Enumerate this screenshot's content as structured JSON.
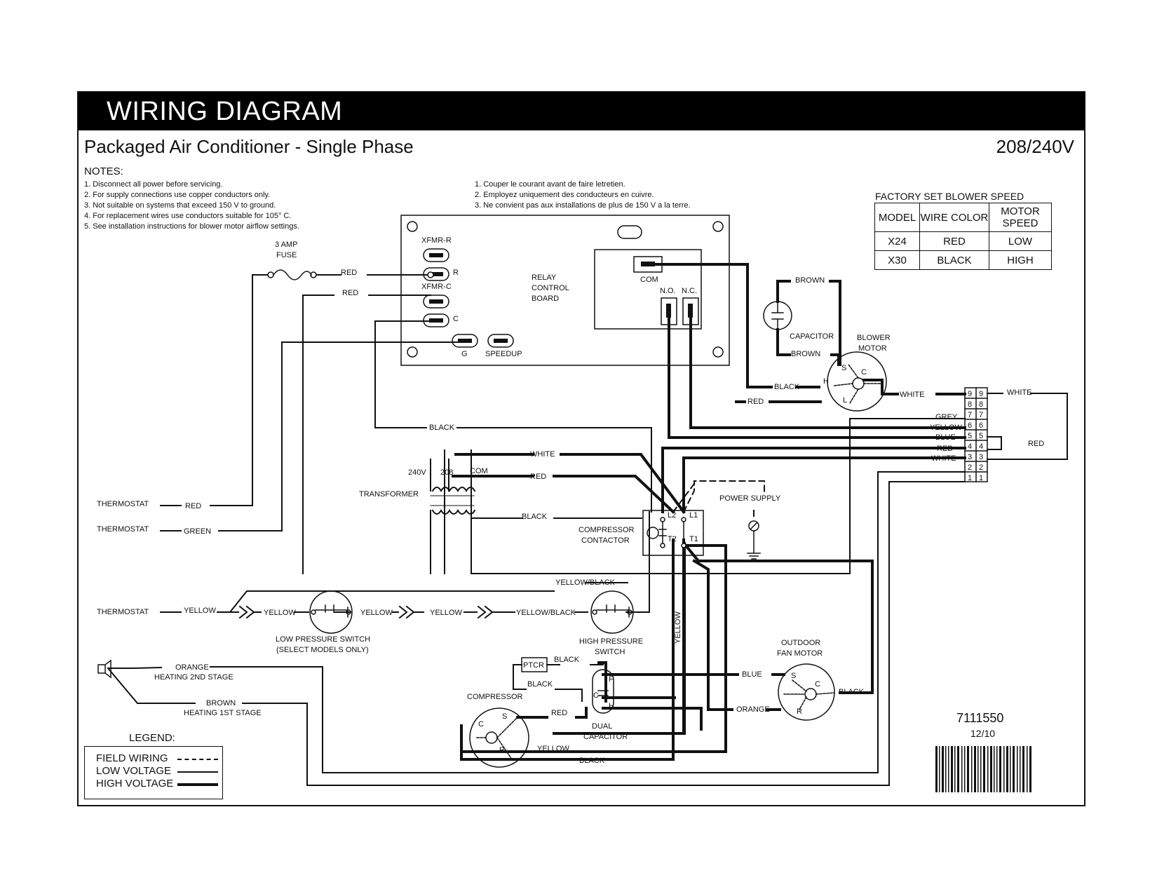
{
  "header": {
    "title": "WIRING DIAGRAM",
    "subtitle": "Packaged Air Conditioner - Single Phase",
    "voltage": "208/240V"
  },
  "notes": {
    "heading": "NOTES:",
    "english": [
      "1. Disconnect all power before servicing.",
      "2. For supply connections use copper conductors only.",
      "3. Not suitable on systems that exceed 150 V to ground.",
      "4. For replacement wires use conductors suitable for 105° C.",
      "5. See installation instructions for blower motor airflow settings."
    ],
    "french": [
      "1. Couper le courant avant de faire letretien.",
      "2. Employez uniquement des conducteurs en cuivre.",
      "3. Ne convient pas aux installations de plus de 150 V a la terre."
    ]
  },
  "blower_table": {
    "title": "FACTORY SET BLOWER SPEED",
    "headers": [
      "MODEL",
      "WIRE COLOR",
      "MOTOR SPEED"
    ],
    "rows": [
      [
        "X24",
        "RED",
        "LOW"
      ],
      [
        "X30",
        "BLACK",
        "HIGH"
      ]
    ]
  },
  "labels": {
    "fuse": [
      "3 AMP",
      "FUSE"
    ],
    "red": "RED",
    "black": "BLACK",
    "white": "WHITE",
    "green": "GREEN",
    "yellow": "YELLOW",
    "blue": "BLUE",
    "grey": "GREY",
    "brown": "BROWN",
    "orange": "ORANGE",
    "yellow_black": "YELLOW/BLACK",
    "xfmr_r": "XFMR-R",
    "xfmr_c": "XFMR-C",
    "term_r": "R",
    "term_c": "C",
    "term_g": "G",
    "speedup": "SPEEDUP",
    "relay_board": [
      "RELAY",
      "CONTROL",
      "BOARD"
    ],
    "com": "COM",
    "no": "N.O.",
    "nc": "N.C.",
    "capacitor": "CAPACITOR",
    "blower_motor": [
      "BLOWER",
      "MOTOR"
    ],
    "thermostat": "THERMOSTAT",
    "transformer": "TRANSFORMER",
    "v240": "240V",
    "v208": "208",
    "compressor_contactor": [
      "COMPRESSOR",
      "CONTACTOR"
    ],
    "power_supply": "POWER SUPPLY",
    "l1": "L1",
    "l2": "L2",
    "t1": "T1",
    "t2": "T2",
    "low_pressure_switch": [
      "LOW PRESSURE SWITCH",
      "(SELECT MODELS ONLY)"
    ],
    "high_pressure_switch": [
      "HIGH PRESSURE",
      "SWITCH"
    ],
    "heating_2nd": "HEATING 2ND STAGE",
    "heating_1st": "HEATING 1ST STAGE",
    "ptcr": "PTCR",
    "compressor": "COMPRESSOR",
    "dual_capacitor": [
      "DUAL",
      "CAPACITOR"
    ],
    "outdoor_fan_motor": [
      "OUTDOOR",
      "FAN MOTOR"
    ],
    "s": "S",
    "c": "C",
    "r": "R",
    "h": "H",
    "l": "L",
    "f": "F",
    "terminal_numbers": [
      "9",
      "8",
      "7",
      "6",
      "5",
      "4",
      "3",
      "2",
      "1"
    ]
  },
  "legend": {
    "title": "LEGEND:",
    "items": [
      {
        "label": "FIELD WIRING",
        "style": "dashed"
      },
      {
        "label": "LOW VOLTAGE",
        "style": "thin"
      },
      {
        "label": "HIGH VOLTAGE",
        "style": "thick"
      }
    ]
  },
  "footer": {
    "model_number": "7111550",
    "date": "12/10"
  }
}
